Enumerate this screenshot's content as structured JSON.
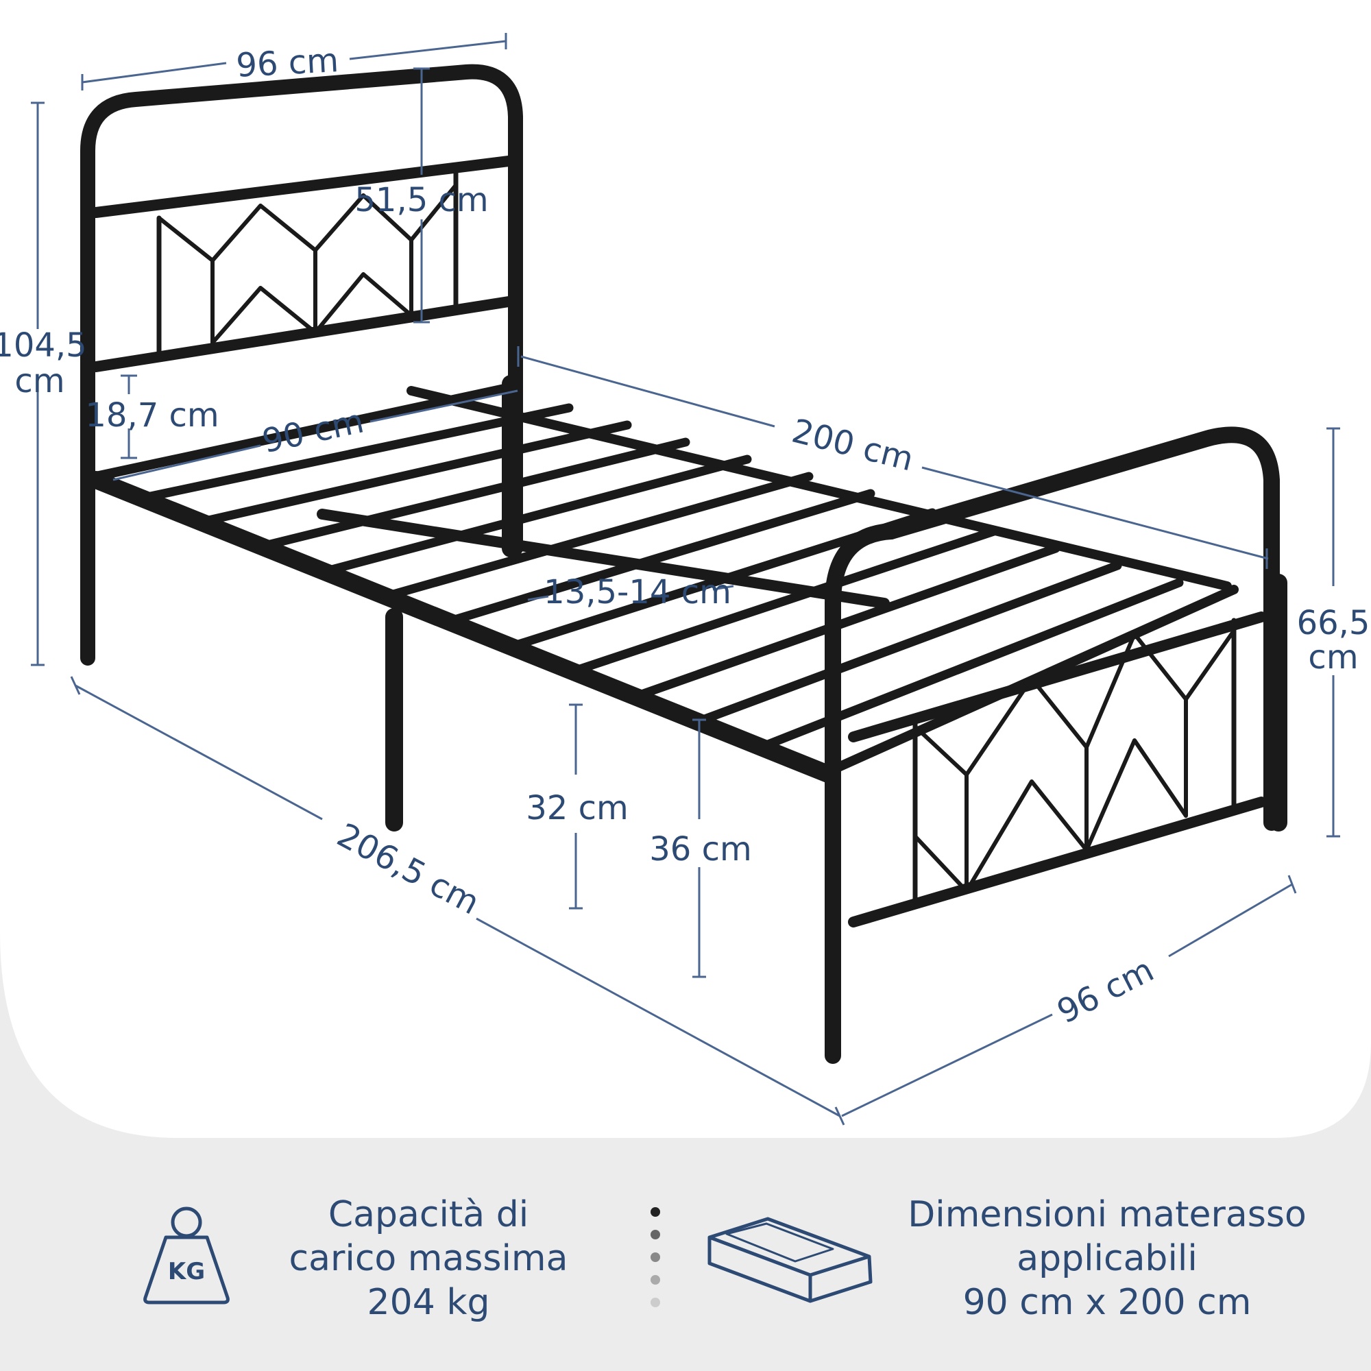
{
  "diagram": {
    "dims": {
      "headboard_width": "96 cm",
      "headboard_panel_height": "51,5 cm",
      "total_height_line1": "104,5",
      "total_height_line2": "cm",
      "gap_height": "18,7 cm",
      "inner_width": "90 cm",
      "inner_length": "200 cm",
      "slat_gap": "13,5-14 cm",
      "footboard_height_line1": "66,5",
      "footboard_height_line2": "cm",
      "under_clearance": "32 cm",
      "frame_height": "36 cm",
      "total_length": "206,5 cm",
      "footboard_width": "96 cm"
    }
  },
  "features": {
    "capacity": {
      "icon": "kg-weight-icon",
      "badge": "KG",
      "line1": "Capacità di",
      "line2": "carico massima",
      "line3": "204 kg"
    },
    "mattress": {
      "icon": "mattress-icon",
      "line1": "Dimensioni materasso",
      "line2": "applicabili",
      "line3": "90 cm x 200 cm"
    }
  },
  "pagination": {
    "count": 5,
    "active": 0
  },
  "colors": {
    "accent": "#2c4a73",
    "frame": "#1a1a1a",
    "panel": "#ffffff",
    "background": "#ececec"
  }
}
